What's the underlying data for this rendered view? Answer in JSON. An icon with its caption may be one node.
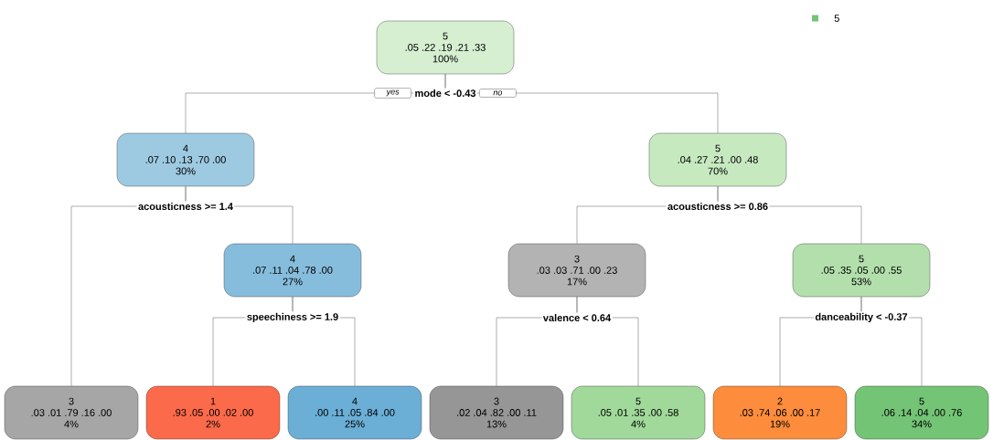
{
  "diagram": {
    "nodes": [
      {
        "text": [
          "5",
          ".05 .22 .19 .21 .33",
          "100%"
        ],
        "beside": [
          "mode < -0.43"
        ]
      },
      {
        "text": [
          "4",
          ".07 .10 .13 .70 .00",
          "30%"
        ],
        "beside": [
          "acousticness >= 1.4"
        ]
      },
      {
        "text": [
          "5",
          ".04 .27 .21 .00 .48",
          "70%"
        ],
        "beside": [
          "acousticness >= 0.86"
        ]
      },
      {
        "text": [
          "3",
          ".03 .01 .79 .16 .00",
          "4%"
        ]
      },
      {
        "text": [
          "4",
          ".07 .11 .04 .78 .00",
          "27%"
        ],
        "beside": [
          "speechiness >= 1.9"
        ]
      },
      {
        "text": [
          "3",
          ".03 .03 .71 .00 .23",
          "17%"
        ],
        "beside": [
          "valence < 0.64"
        ]
      },
      {
        "text": [
          "5",
          ".05 .35 .05 .00 .55",
          "53%"
        ],
        "beside": [
          "danceability < -0.37"
        ]
      },
      {
        "text": [
          "1",
          ".93 .05 .00 .02 .00",
          "2%"
        ]
      },
      {
        "text": [
          "4",
          ".00 .11 .05 .84 .00",
          "25%"
        ]
      },
      {
        "text": [
          "3",
          ".02 .04 .82 .00 .11",
          "13%"
        ]
      },
      {
        "text": [
          "5",
          ".05 .01 .35 .00 .58",
          "4%"
        ]
      },
      {
        "text": [
          "2",
          ".03 .74 .06 .00 .17",
          "19%"
        ]
      },
      {
        "text": [
          "5",
          ".06 .14 .04 .00 .76",
          "34%"
        ]
      }
    ],
    "edges": [
      {
        "from": 0,
        "to": 1,
        "arrow": "none",
        "label": "yes"
      },
      {
        "from": 0,
        "to": 2,
        "arrow": "none",
        "label": "no"
      },
      {
        "from": 1,
        "to": 3,
        "arrow": "none"
      },
      {
        "from": 1,
        "to": 4,
        "arrow": "none"
      },
      {
        "from": 2,
        "to": 5,
        "arrow": "none"
      },
      {
        "from": 2,
        "to": 6,
        "arrow": "none"
      },
      {
        "from": 4,
        "to": 7,
        "arrow": "none"
      },
      {
        "from": 4,
        "to": 8,
        "arrow": "none"
      },
      {
        "from": 5,
        "to": 9,
        "arrow": "none"
      },
      {
        "from": 5,
        "to": 10,
        "arrow": "none"
      },
      {
        "from": 6,
        "to": 11,
        "arrow": "none"
      },
      {
        "from": 6,
        "to": 12,
        "arrow": "none"
      }
    ],
    "legend": [
      {
        "text": "5",
        "color": "#74c476"
      }
    ]
  }
}
